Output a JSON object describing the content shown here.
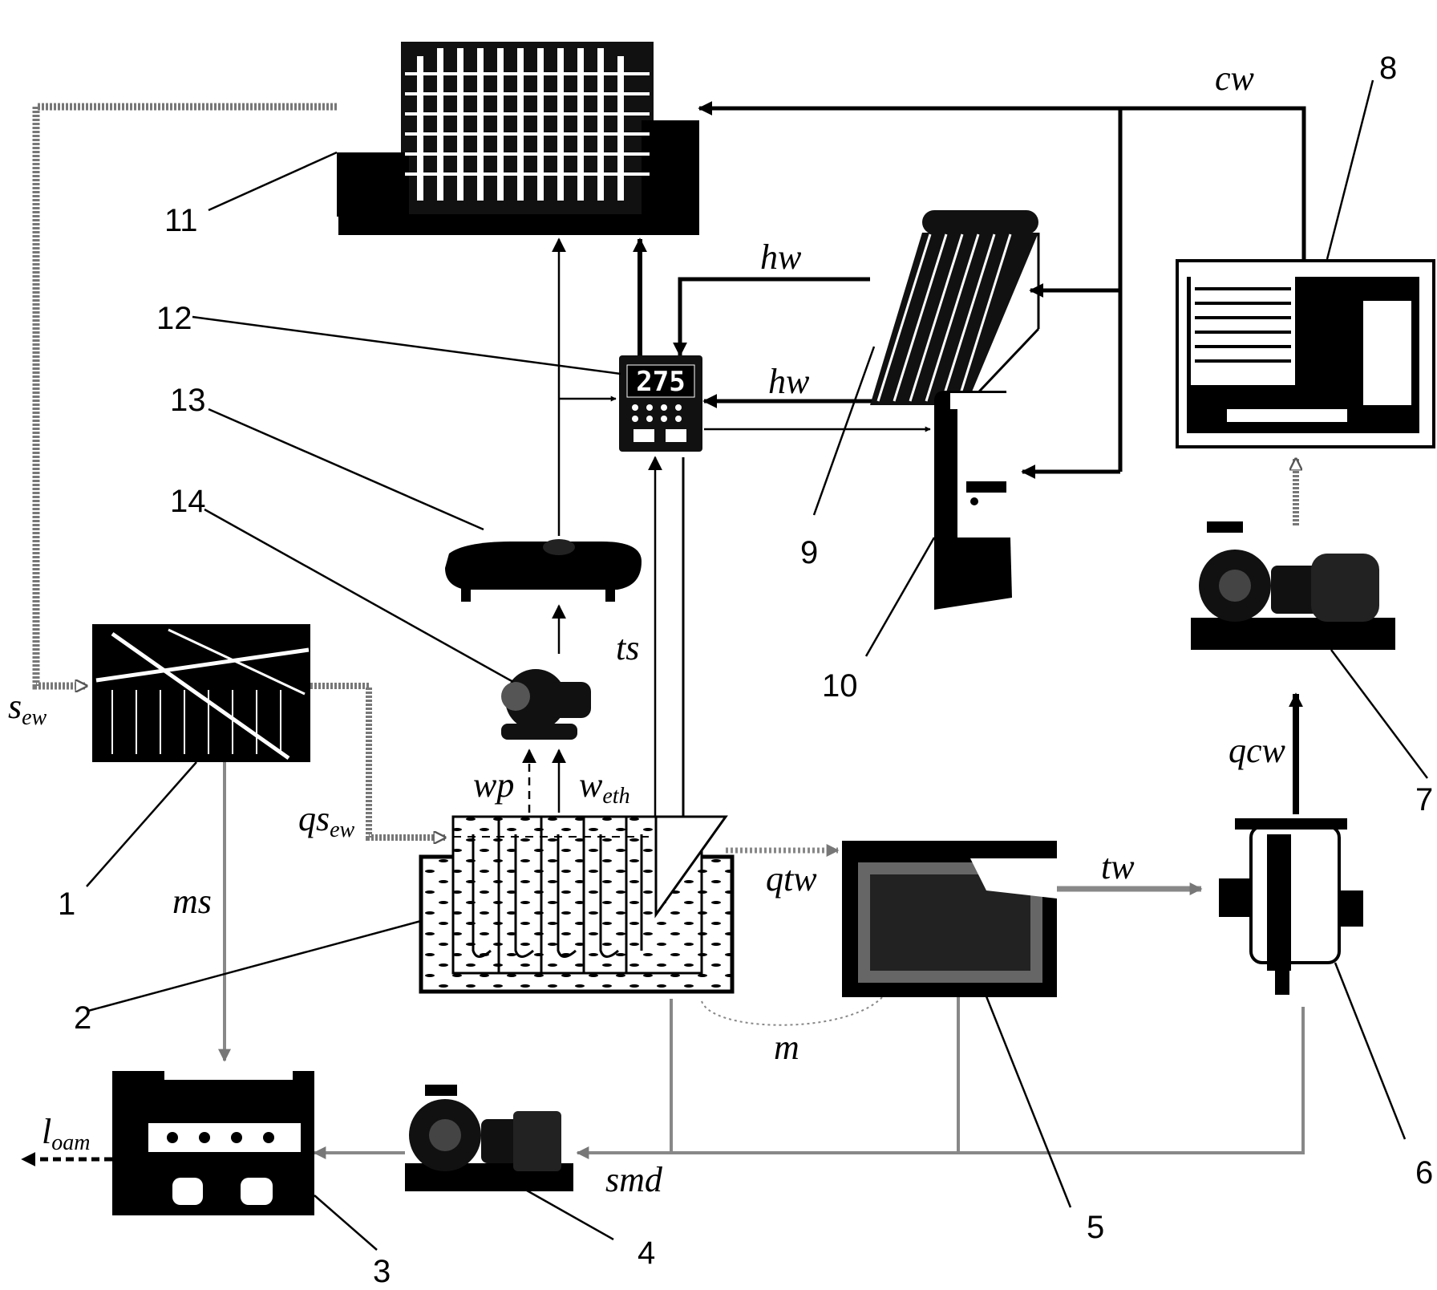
{
  "components": {
    "c1": {
      "number": "1"
    },
    "c2": {
      "number": "2"
    },
    "c3": {
      "number": "3"
    },
    "c4": {
      "number": "4"
    },
    "c5": {
      "number": "5"
    },
    "c6": {
      "number": "6"
    },
    "c7": {
      "number": "7"
    },
    "c8": {
      "number": "8"
    },
    "c9": {
      "number": "9"
    },
    "c10": {
      "number": "10"
    },
    "c11": {
      "number": "11"
    },
    "c12": {
      "number": "12",
      "display": "275"
    },
    "c13": {
      "number": "13"
    },
    "c14": {
      "number": "14"
    }
  },
  "flows": {
    "sew": {
      "base": "s",
      "sub": "ew"
    },
    "qsew": {
      "base": "qs",
      "sub": "ew"
    },
    "ms": {
      "base": "ms"
    },
    "loam": {
      "base": "l",
      "sub": "oam"
    },
    "smd": {
      "base": "smd"
    },
    "m": {
      "base": "m"
    },
    "wp": {
      "base": "wp"
    },
    "weth": {
      "base": "w",
      "sub": "eth"
    },
    "ts": {
      "base": "ts"
    },
    "qtw": {
      "base": "qtw"
    },
    "tw": {
      "base": "tw"
    },
    "qcw": {
      "base": "qcw"
    },
    "cw": {
      "base": "cw"
    },
    "hw1": {
      "base": "hw"
    },
    "hw2": {
      "base": "hw"
    }
  }
}
